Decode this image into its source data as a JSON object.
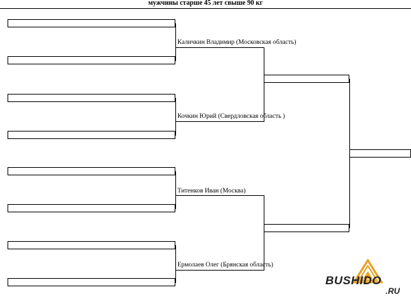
{
  "header": {
    "title": "мужчины старше 45 лет свыше 90 кг"
  },
  "bracket": {
    "round1": [
      {
        "name": "Каличкин  Владимир (Московская область)"
      },
      {
        "name": "Кочкин Юрий (Свердловская область )"
      },
      {
        "name": "Титенков  Иван (Москва)"
      },
      {
        "name": "Ермолаев  Олег (Брянская область)"
      }
    ]
  },
  "logo": {
    "text": "BUSHIDO",
    "suffix": ".RU",
    "accent_color": "#e8a020"
  }
}
